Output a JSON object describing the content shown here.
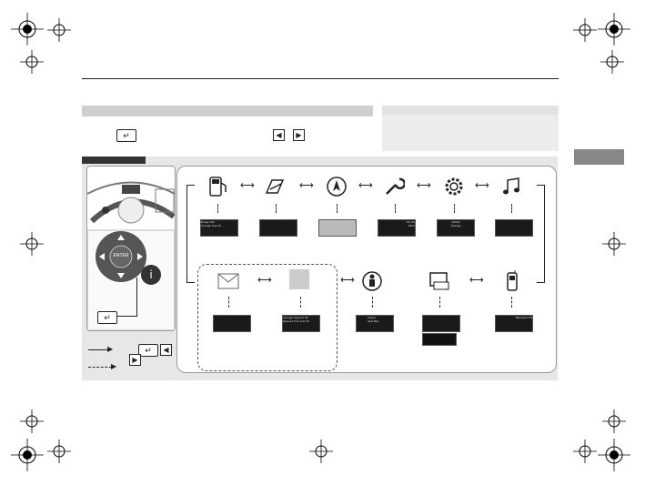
{
  "page": {
    "enter_label": "ENTER"
  },
  "screens": {
    "fuel": [
      "Range  300",
      "Average Fuel  26"
    ],
    "oil": [
      "Oil Life",
      "100%"
    ],
    "settings": [
      "Vehicle",
      "Settings"
    ],
    "belt": [
      "Fasten",
      "Seat Belt"
    ],
    "phone": [
      "Bluetooth ON"
    ],
    "speed": [
      "Average Speed A  46",
      "Elapsed Time A  01:32"
    ]
  },
  "icons": {
    "row1": [
      "fuel-pump-icon",
      "trip-meter-icon",
      "navigation-compass-icon",
      "wrench-icon",
      "gear-icon",
      "music-note-icon"
    ],
    "row2": [
      "envelope-icon",
      "blank-square-icon",
      "seat-belt-icon",
      "display-warning-icon",
      "mobile-phone-icon"
    ]
  },
  "colors": {
    "diagram_bg": "#e7e7e7",
    "title_bar": "#cfcfcf",
    "side_tab": "#888888",
    "screen_bg": "#1a1a1a"
  }
}
